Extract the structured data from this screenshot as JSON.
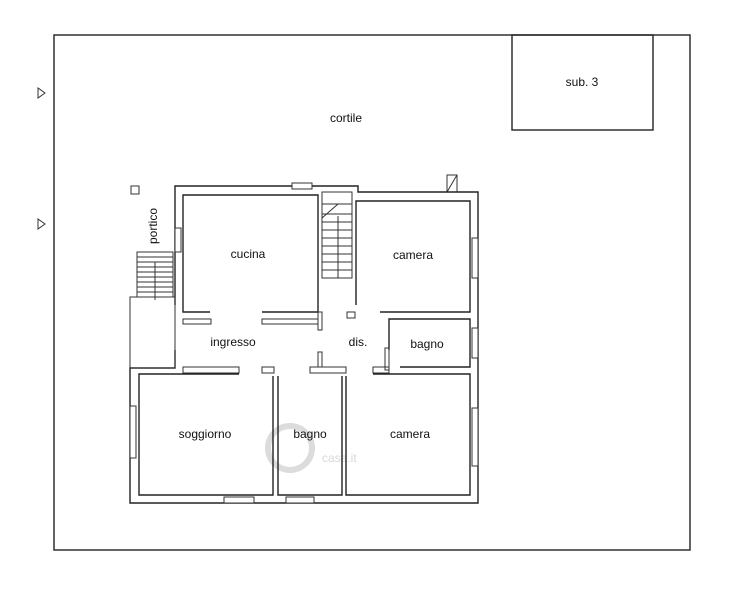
{
  "labels": {
    "courtyard": "cortile",
    "sub": "sub. 3",
    "porch": "portico",
    "kitchen": "cucina",
    "bedroom_top": "camera",
    "entrance": "ingresso",
    "hall": "dis.",
    "bathroom_small": "bagno",
    "living": "soggiorno",
    "bathroom_bottom": "bagno",
    "bedroom_bottom": "camera"
  },
  "watermark": {
    "text": "casa.it"
  },
  "colors": {
    "line": "#222222",
    "background": "#ffffff",
    "watermark": "#d8d8d8"
  },
  "icons": {
    "arrow_markers": "triangle-right-outline"
  }
}
